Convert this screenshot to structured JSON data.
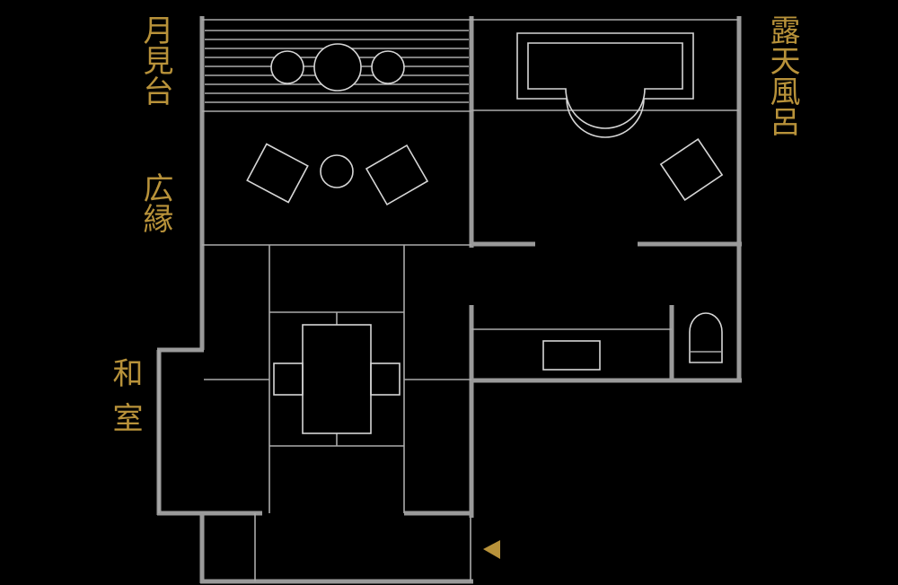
{
  "labels": {
    "tsukimidai": "月見台",
    "hiroen": "広縁",
    "washitsu": "和室",
    "rotenburo": "露天風呂"
  },
  "colors": {
    "background": "#000000",
    "label_gold": "#b8923a",
    "wall_gray": "#9a9a9a",
    "line_gray": "#aaaaaa"
  },
  "icons": {
    "entrance_marker": "triangle-left-icon",
    "toilet": "toilet-icon"
  }
}
